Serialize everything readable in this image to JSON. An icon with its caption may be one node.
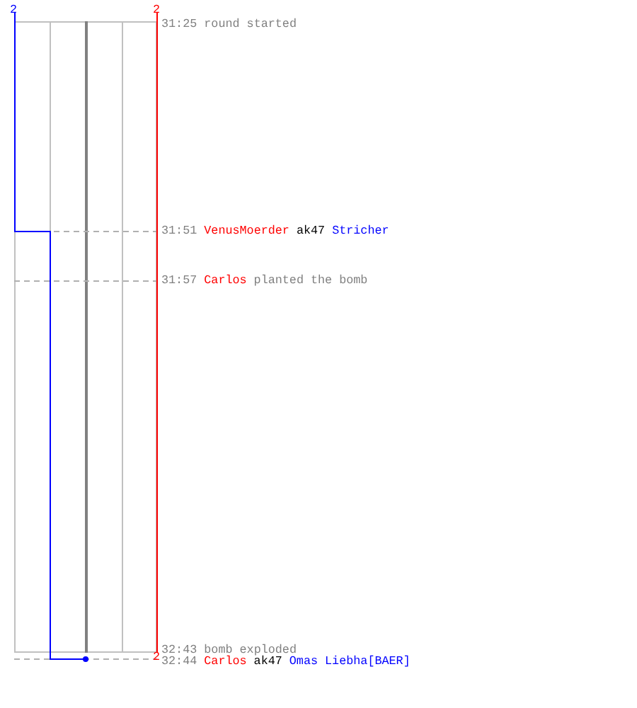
{
  "diagram": {
    "labels": [
      "2",
      "2",
      "31:25",
      "round started",
      "31:51",
      "VenusMoerder",
      "ak47",
      "Stricher",
      "31:57",
      "Carlos",
      "planted the bomb",
      "32:43",
      "bomb exploded",
      "2",
      "32:44",
      "Carlos",
      "ak47",
      "Omas Liebha[BAER]"
    ]
  }
}
